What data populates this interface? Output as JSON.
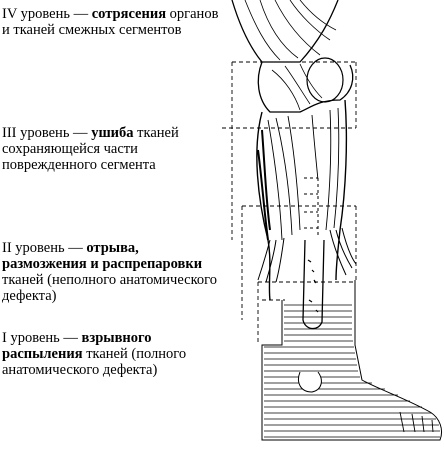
{
  "levels": [
    {
      "id": "IV",
      "prefix": "IV уровень — ",
      "term": "сотрясения",
      "rest": " органов и тканей смежных сегментов"
    },
    {
      "id": "III",
      "prefix": "III уровень — ",
      "term": "ушиба",
      "rest": " тканей сохраняющейся части поврежденного сегмента"
    },
    {
      "id": "II",
      "prefix": "II уровень — ",
      "term": "отрыва, размозжения и распрепаровки",
      "rest": " тканей (неполного анатомического дефекта)"
    },
    {
      "id": "I",
      "prefix": "I уровень — ",
      "term": "взрывного распыления",
      "rest": " тканей (полного анатомического дефекта)"
    }
  ]
}
